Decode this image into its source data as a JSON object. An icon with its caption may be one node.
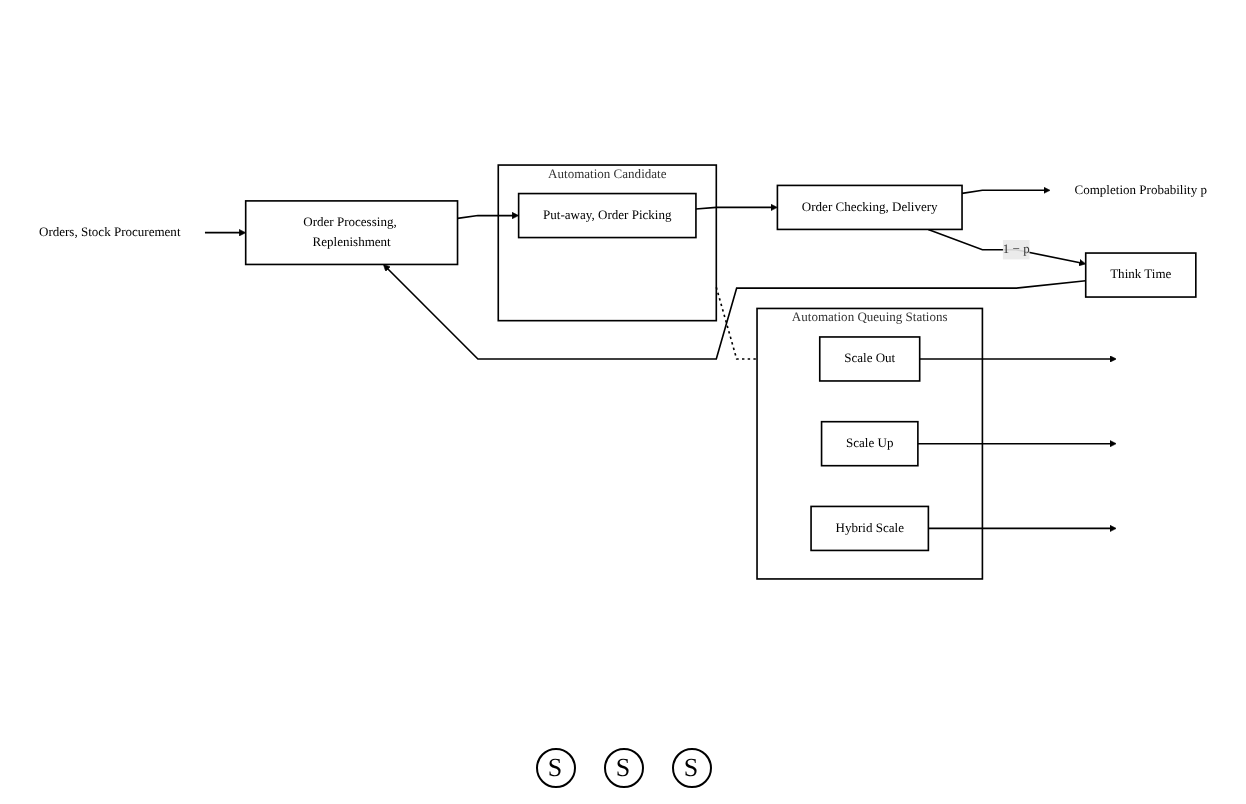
{
  "diagram": {
    "nodes": [
      {
        "text": [
          "Orders, Stock Procurement"
        ]
      },
      {
        "text": [
          "Order Processing, Replenishment"
        ]
      },
      {
        "text": [
          "Automation Candidate"
        ]
      },
      {
        "text": [
          "Put-away, Order Picking"
        ],
        "in": 2
      },
      {
        "text": [
          "Order Checking, Delivery"
        ]
      },
      {
        "text": [
          "Completion Probability p"
        ]
      },
      {
        "text": [
          "Think Time"
        ]
      },
      {
        "text": [
          "Automation Queuing Stations"
        ]
      },
      {
        "text": [
          "Scale Out"
        ],
        "in": 7
      },
      {
        "text": [
          "Scale Up"
        ],
        "in": 7
      },
      {
        "text": [
          "Hybrid Scale"
        ],
        "in": 7
      }
    ],
    "edges": [
      {
        "from": 0,
        "to": 1,
        "arrow": "to"
      },
      {
        "from": 1,
        "to": 3,
        "arrow": "to"
      },
      {
        "from": 3,
        "to": 4,
        "arrow": "to"
      },
      {
        "from": 4,
        "to": 5,
        "arrow": "to"
      },
      {
        "from": 4,
        "to": 6,
        "label": "1 − p",
        "arrow": "to"
      },
      {
        "from": 6,
        "to": 1,
        "arrow": "to"
      },
      {
        "from": 2,
        "to": 7,
        "arrow": "none",
        "style": "dashed"
      },
      {
        "from": 8,
        "to": null,
        "arrow": "to"
      },
      {
        "from": 9,
        "to": null,
        "arrow": "to"
      },
      {
        "from": 10,
        "to": null,
        "arrow": "to"
      }
    ],
    "labels": [
      "S",
      "S",
      "S"
    ]
  }
}
